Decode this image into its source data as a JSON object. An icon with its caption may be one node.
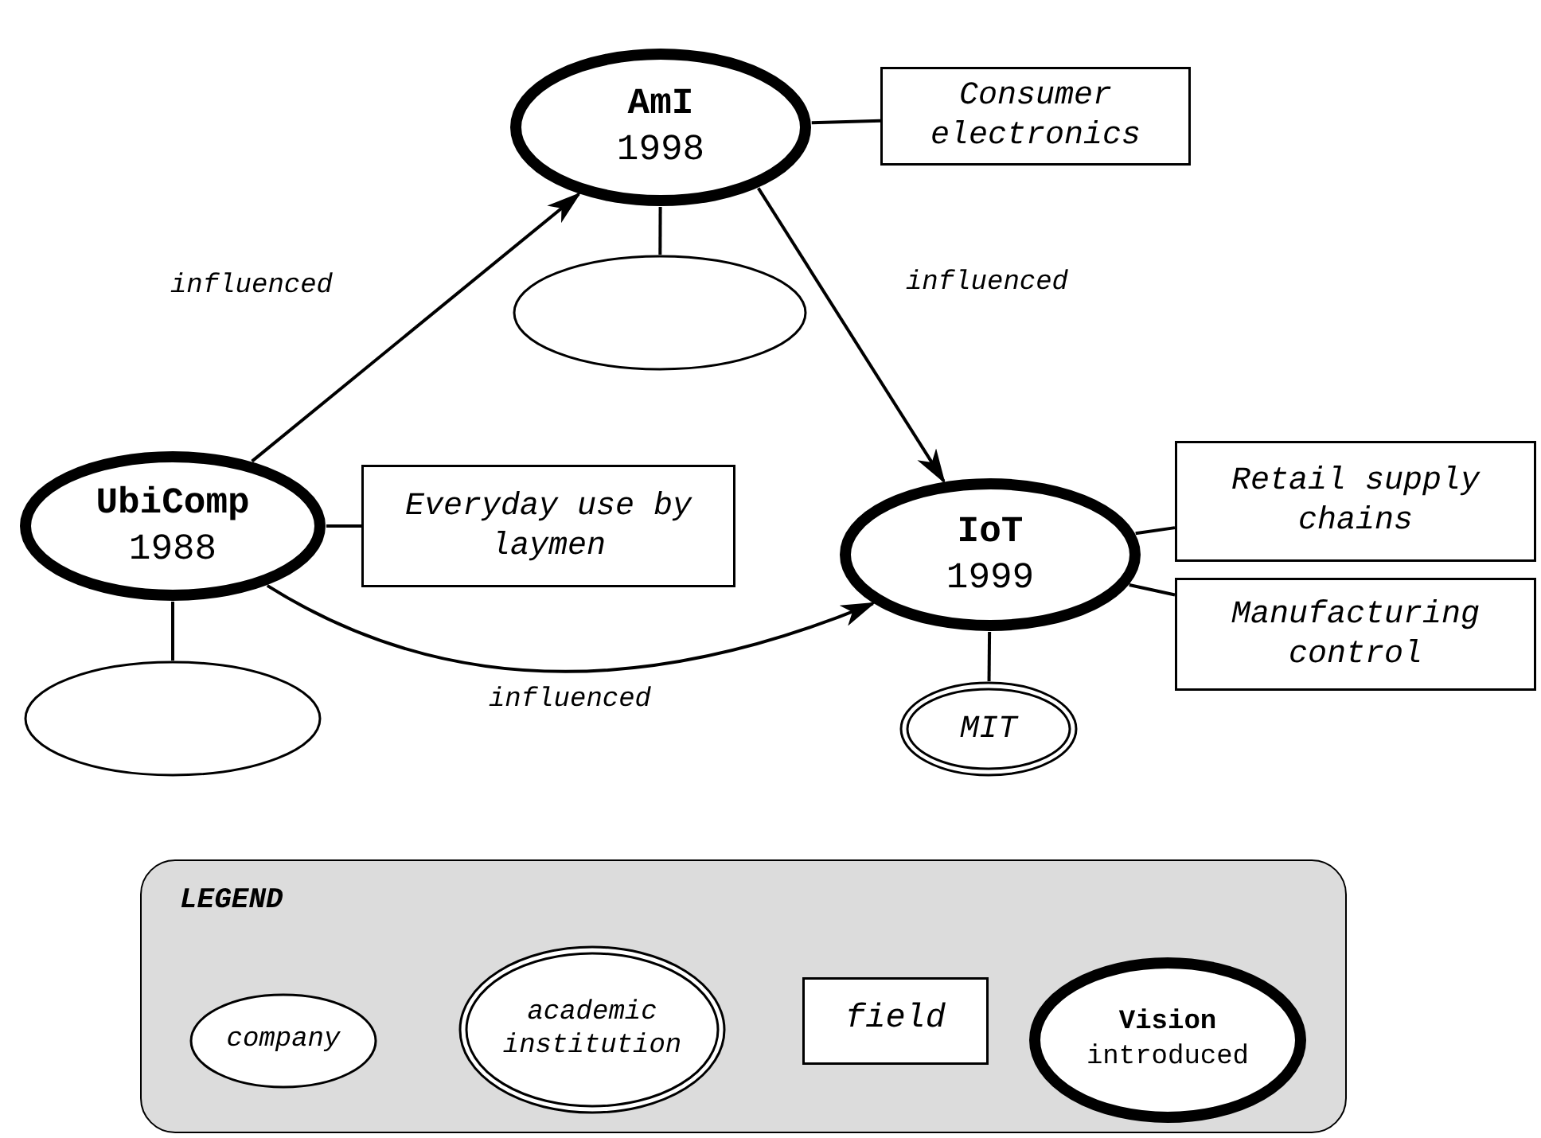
{
  "diagram": {
    "nodes": [
      {
        "text": [
          "AmI",
          "1998"
        ]
      },
      {
        "text": [
          "Consumer electronics"
        ]
      },
      {
        "text": [],
        "shape": "ellipse"
      },
      {
        "text": [
          "UbiComp",
          "1988"
        ]
      },
      {
        "text": [
          "Everyday use by laymen"
        ]
      },
      {
        "text": [],
        "shape": "ellipse"
      },
      {
        "text": [
          "IoT",
          "1999"
        ]
      },
      {
        "text": [
          "Retail supply chains"
        ]
      },
      {
        "text": [
          "Manufacturing control"
        ]
      },
      {
        "text": [
          "MIT"
        ]
      }
    ],
    "edges": [
      {
        "from": 3,
        "to": 0,
        "arrow": "to",
        "label": "influenced"
      },
      {
        "from": 0,
        "to": 6,
        "arrow": "to",
        "label": "influenced"
      },
      {
        "from": 3,
        "to": 6,
        "arrow": "to",
        "label": "influenced"
      },
      {
        "from": 0,
        "to": 1,
        "arrow": "none"
      },
      {
        "from": 0,
        "to": 2,
        "arrow": "none"
      },
      {
        "from": 3,
        "to": 4,
        "arrow": "none"
      },
      {
        "from": 3,
        "to": 5,
        "arrow": "none"
      },
      {
        "from": 6,
        "to": 7,
        "arrow": "none"
      },
      {
        "from": 6,
        "to": 8,
        "arrow": "none"
      },
      {
        "from": 6,
        "to": 9,
        "arrow": "none"
      }
    ],
    "labels": [
      "LEGEND"
    ],
    "legend": [
      {
        "text": "company"
      },
      {
        "text": "academic institution"
      },
      {
        "text": "field"
      },
      {
        "text": "**Vision** introduced"
      }
    ]
  }
}
